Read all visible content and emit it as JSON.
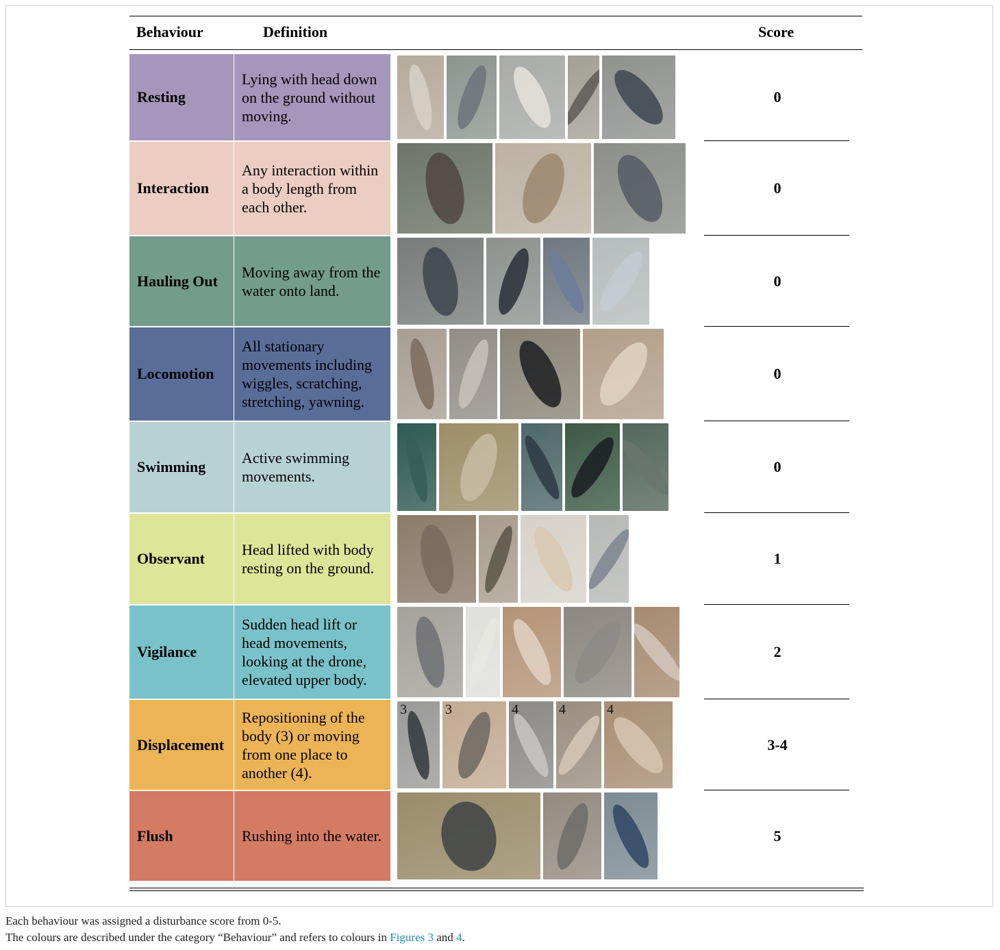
{
  "header": {
    "behaviour": "Behaviour",
    "definition": "Definition",
    "score": "Score"
  },
  "rows": [
    {
      "behaviour": "Resting",
      "definition": "Lying with head down on the ground without moving.",
      "score": "0",
      "color": "#a596bb",
      "photo_labels": []
    },
    {
      "behaviour": "Interaction",
      "definition": "Any interaction within a body length from each other.",
      "score": "0",
      "color": "#eccdc2",
      "photo_labels": []
    },
    {
      "behaviour": "Hauling Out",
      "definition": "Moving away from the water onto land.",
      "score": "0",
      "color": "#739c8c",
      "photo_labels": []
    },
    {
      "behaviour": "Locomotion",
      "definition": "All stationary movements including wiggles, scratching, stretching, yawning.",
      "score": "0",
      "color": "#5a6d99",
      "photo_labels": []
    },
    {
      "behaviour": "Swimming",
      "definition": "Active swimming movements.",
      "score": "0",
      "color": "#b8d2d3",
      "photo_labels": []
    },
    {
      "behaviour": "Observant",
      "definition": "Head lifted with body resting on the ground.",
      "score": "1",
      "color": "#dde598",
      "photo_labels": []
    },
    {
      "behaviour": "Vigilance",
      "definition": "Sudden head lift or head movements, looking at the drone, elevated upper body.",
      "score": "2",
      "color": "#7ac2c9",
      "photo_labels": []
    },
    {
      "behaviour": "Displacement",
      "definition": "Repositioning of the body (3) or moving from one place to another (4).",
      "score": "3-4",
      "color": "#ecb456",
      "photo_labels": [
        "3",
        "3",
        "4",
        "4",
        "4"
      ]
    },
    {
      "behaviour": "Flush",
      "definition": "Rushing into the water.",
      "score": "5",
      "color": "#d47b64",
      "photo_labels": []
    }
  ],
  "footnotes": {
    "line1": "Each behaviour was assigned a disturbance score from 0-5.",
    "line2_pre": "The colours are described under the category “Behaviour” and refers to colours in ",
    "fig3": "Figures 3",
    "and": " and ",
    "fig4": "4",
    "period": "."
  }
}
